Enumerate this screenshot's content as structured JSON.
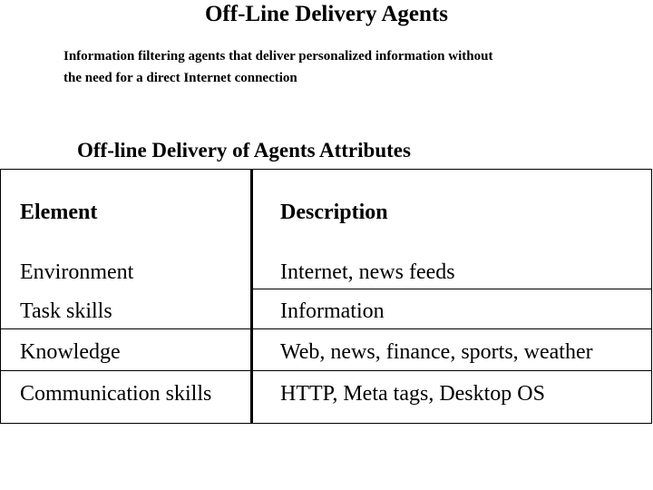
{
  "slide": {
    "title": "Off-Line Delivery Agents",
    "intro_line1": "Information filtering agents that deliver personalized information without",
    "intro_line2": "the need for a direct Internet connection"
  },
  "table": {
    "title": "Off-line Delivery of Agents Attributes",
    "headers": [
      "Element",
      "Description"
    ],
    "rows": [
      [
        "Environment",
        "Internet, news feeds"
      ],
      [
        "Task skills",
        "Information"
      ],
      [
        "Knowledge",
        "Web, news, finance, sports, weather"
      ],
      [
        "Communication skills",
        "HTTP, Meta tags, Desktop OS"
      ]
    ]
  }
}
